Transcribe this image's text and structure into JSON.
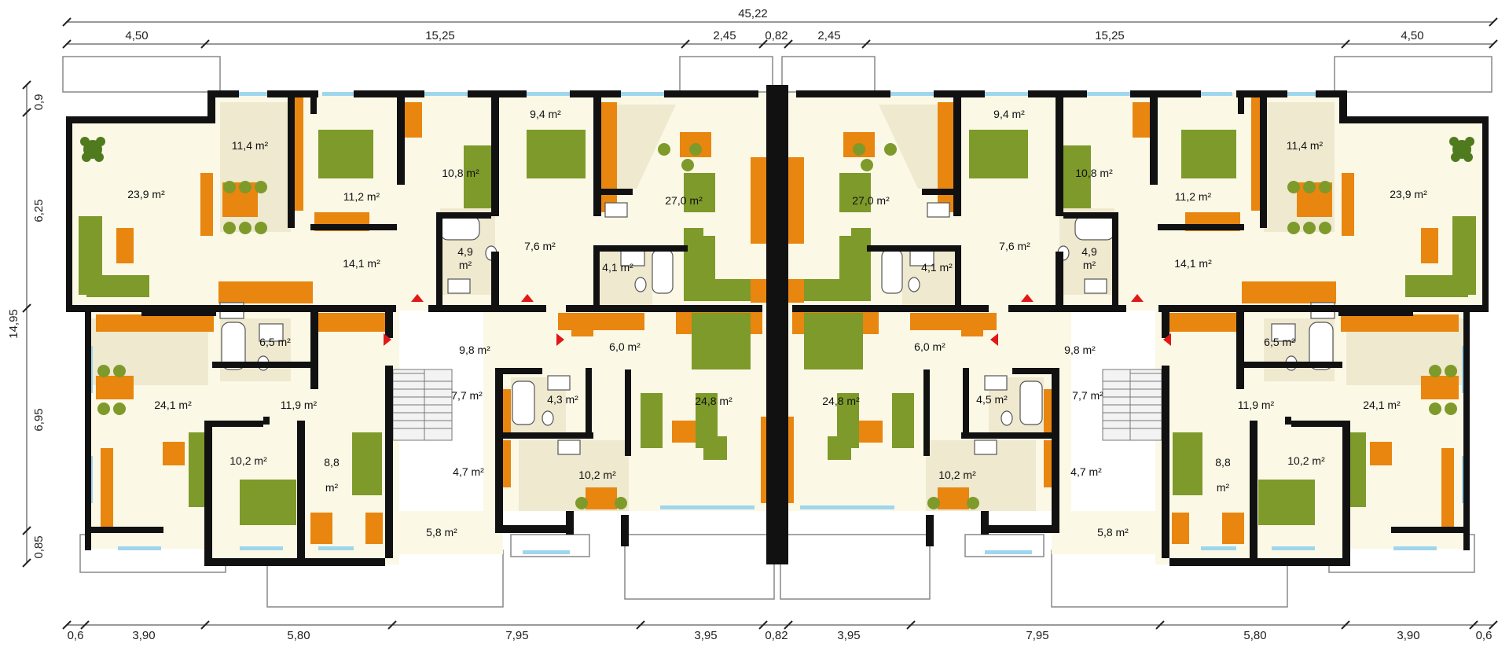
{
  "dimensions": {
    "overall_width": "45,22",
    "top": [
      "4,50",
      "15,25",
      "2,45",
      "0,82",
      "2,45",
      "15,25",
      "4,50"
    ],
    "bottom": [
      "0,6",
      "3,90",
      "5,80",
      "7,95",
      "3,95",
      "0,82",
      "3,95",
      "7,95",
      "5,80",
      "3,90",
      "0,6"
    ],
    "left_total": "14,95",
    "left": [
      "0,9",
      "6,25",
      "6,95",
      "0,85"
    ]
  },
  "rooms_left": [
    "23,9 m²",
    "11,4 m²",
    "11,2 m²",
    "10,8 m²",
    "9,4 m²",
    "27,0 m²",
    "14,1 m²",
    "4,9",
    "m²",
    "7,6 m²",
    "4,1 m²",
    "6,5 m²",
    "9,8 m²",
    "6,0 m²",
    "24,1 m²",
    "11,9 m²",
    "7,7 m²",
    "4,3 m²",
    "24,8 m²",
    "10,2 m²",
    "8,8",
    "m²",
    "4,7 m²",
    "10,2 m²",
    "5,8 m²"
  ],
  "rooms_right": [
    "27,0 m²",
    "9,4 m²",
    "10,8 m²",
    "11,2 m²",
    "11,4 m²",
    "23,9 m²",
    "4,1 m²",
    "7,6 m²",
    "4,9",
    "m²",
    "14,1 m²",
    "6,0 m²",
    "9,8 m²",
    "6,5 m²",
    "24,8 m²",
    "4,5 m²",
    "7,7 m²",
    "11,9 m²",
    "24,1 m²",
    "10,2 m²",
    "4,7 m²",
    "8,8",
    "m²",
    "10,2 m²",
    "5,8 m²"
  ],
  "colors": {
    "wall": "#111111",
    "floor": "#fbf8e6",
    "kitchen_floor": "#efe9cf",
    "furniture_orange": "#e8860f",
    "furniture_green": "#7e9a2a",
    "window": "#9fd6ee",
    "stair_arrow": "#e01818"
  }
}
